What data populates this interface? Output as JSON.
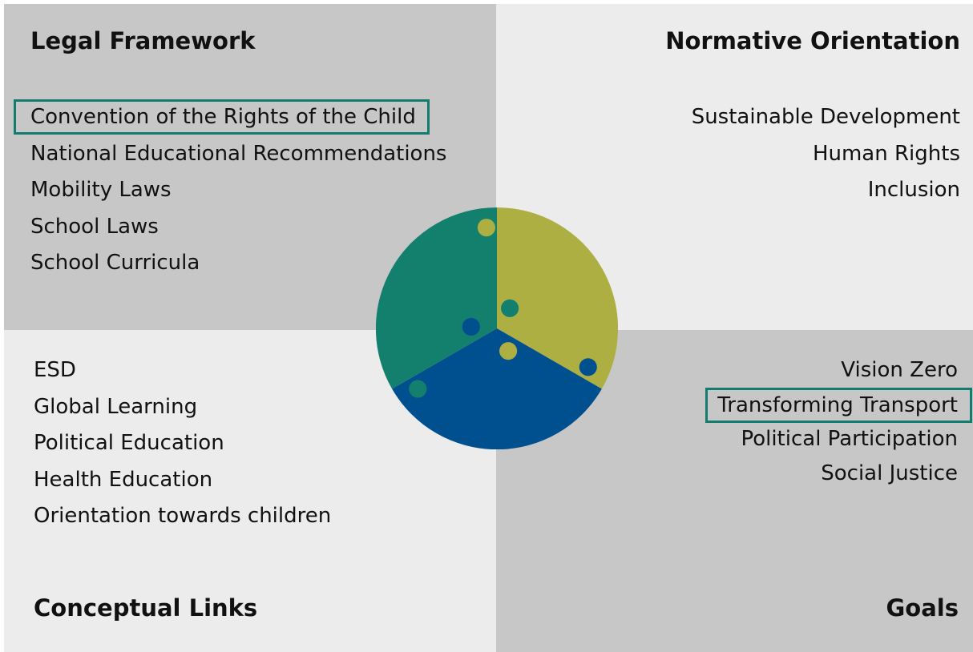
{
  "quadrants": {
    "legal": {
      "title": "Legal Framework",
      "items": [
        "Convention of the Rights of the Child",
        "National Educational Recommendations",
        "Mobility Laws",
        "School Laws",
        "School Curricula"
      ],
      "highlighted_index": 0
    },
    "normative": {
      "title": "Normative Orientation",
      "items": [
        "Sustainable Development",
        "Human Rights",
        "Inclusion"
      ]
    },
    "conceptual": {
      "title": "Conceptual Links",
      "items": [
        "ESD",
        "Global Learning",
        "Political Education",
        "Health Education",
        "Orientation towards children"
      ]
    },
    "goals": {
      "title": "Goals",
      "items": [
        "Vision Zero",
        "Transforming Transport",
        "Political Participation",
        "Social Justice"
      ],
      "highlighted_index": 1
    }
  },
  "puzzle": {
    "pieces": [
      "teal",
      "olive",
      "blue"
    ],
    "colors": {
      "teal": "#137f6d",
      "olive": "#aeaf43",
      "blue": "#004f8e"
    }
  },
  "colors": {
    "panel_dark": "#c7c7c7",
    "panel_light": "#ececec",
    "highlight_border": "#127d6f",
    "text": "#111111"
  }
}
